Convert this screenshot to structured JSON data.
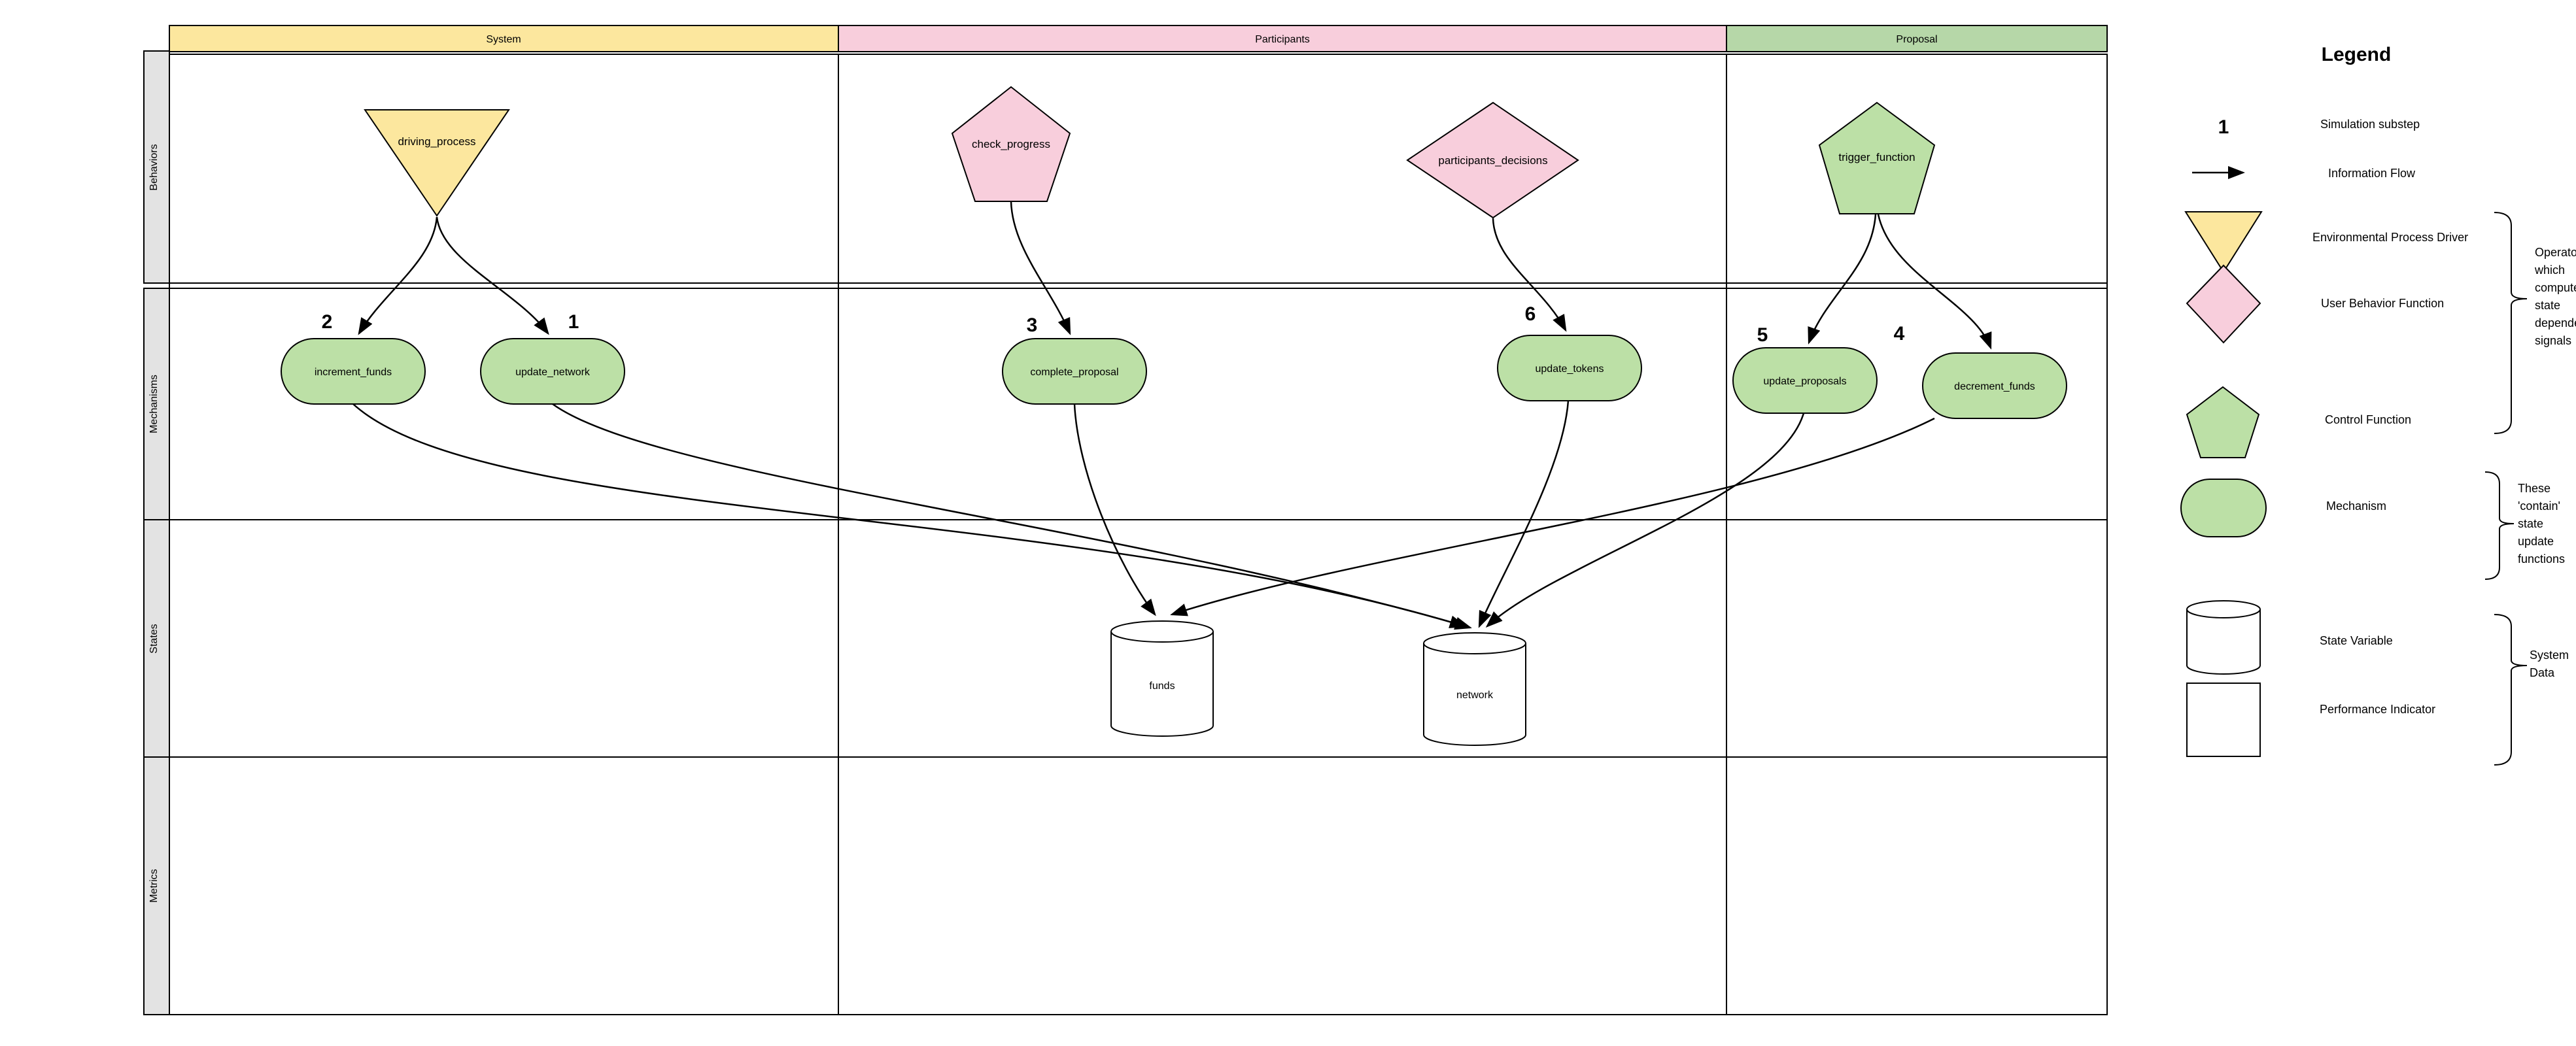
{
  "colors": {
    "yellow": "#FCE79E",
    "pink": "#F8CEDC",
    "green_header": "#B6D7A8",
    "green": "#BCE0A6",
    "lane_label_bg": "#E3E3E3",
    "white": "#FFFFFF",
    "stroke": "#000000"
  },
  "columns": [
    {
      "label": "System"
    },
    {
      "label": "Participants"
    },
    {
      "label": "Proposal"
    }
  ],
  "rows": [
    {
      "label": "Behaviors"
    },
    {
      "label": "Mechanisms"
    },
    {
      "label": "States"
    },
    {
      "label": "Metrics"
    }
  ],
  "nodes": {
    "driving_process": {
      "label": "driving_process",
      "shape": "triangle-down",
      "column": "System",
      "row": "Behaviors"
    },
    "check_progress": {
      "label": "check_progress",
      "shape": "pentagon",
      "column": "Participants",
      "row": "Behaviors"
    },
    "participants_decisions": {
      "label": "participants_decisions",
      "shape": "diamond",
      "column": "Participants",
      "row": "Behaviors"
    },
    "trigger_function": {
      "label": "trigger_function",
      "shape": "pentagon",
      "column": "Proposal",
      "row": "Behaviors"
    },
    "increment_funds": {
      "label": "increment_funds",
      "shape": "rounded-rect",
      "column": "System",
      "row": "Mechanisms",
      "substep": "2"
    },
    "update_network": {
      "label": "update_network",
      "shape": "rounded-rect",
      "column": "System",
      "row": "Mechanisms",
      "substep": "1"
    },
    "complete_proposal": {
      "label": "complete_proposal",
      "shape": "rounded-rect",
      "column": "Participants",
      "row": "Mechanisms",
      "substep": "3"
    },
    "update_tokens": {
      "label": "update_tokens",
      "shape": "rounded-rect",
      "column": "Participants",
      "row": "Mechanisms",
      "substep": "6"
    },
    "update_proposals": {
      "label": "update_proposals",
      "shape": "rounded-rect",
      "column": "Proposal",
      "row": "Mechanisms",
      "substep": "5"
    },
    "decrement_funds": {
      "label": "decrement_funds",
      "shape": "rounded-rect",
      "column": "Proposal",
      "row": "Mechanisms",
      "substep": "4"
    }
  },
  "states": {
    "funds": {
      "label": "funds",
      "shape": "cylinder"
    },
    "network": {
      "label": "network",
      "shape": "cylinder"
    }
  },
  "edges": [
    {
      "from": "driving_process",
      "to": "increment_funds"
    },
    {
      "from": "driving_process",
      "to": "update_network"
    },
    {
      "from": "check_progress",
      "to": "complete_proposal"
    },
    {
      "from": "participants_decisions",
      "to": "update_tokens"
    },
    {
      "from": "trigger_function",
      "to": "update_proposals"
    },
    {
      "from": "trigger_function",
      "to": "decrement_funds"
    },
    {
      "from": "increment_funds",
      "to": "network"
    },
    {
      "from": "update_network",
      "to": "network"
    },
    {
      "from": "complete_proposal",
      "to": "funds"
    },
    {
      "from": "update_tokens",
      "to": "network"
    },
    {
      "from": "update_proposals",
      "to": "network"
    },
    {
      "from": "decrement_funds",
      "to": "funds"
    }
  ],
  "legend": {
    "title": "Legend",
    "items": [
      {
        "symbol": "substep-number",
        "symbol_text": "1",
        "label": "Simulation substep"
      },
      {
        "symbol": "arrow",
        "label": "Information Flow"
      },
      {
        "symbol": "triangle-down",
        "label": "Environmental Process Driver"
      },
      {
        "symbol": "diamond",
        "label": "User Behavior Function"
      },
      {
        "symbol": "pentagon",
        "label": "Control Function"
      },
      {
        "symbol": "rounded-rect",
        "label": "Mechanism"
      },
      {
        "symbol": "cylinder",
        "label": "State Variable"
      },
      {
        "symbol": "rectangle",
        "label": "Performance Indicator"
      }
    ],
    "annotations": [
      {
        "lines": [
          "Operators",
          "which",
          "computes",
          "state",
          "dependent",
          "signals"
        ]
      },
      {
        "lines": [
          "These",
          "'contain'",
          "state",
          "update",
          "functions"
        ]
      },
      {
        "lines": [
          "System",
          "Data"
        ]
      }
    ]
  }
}
